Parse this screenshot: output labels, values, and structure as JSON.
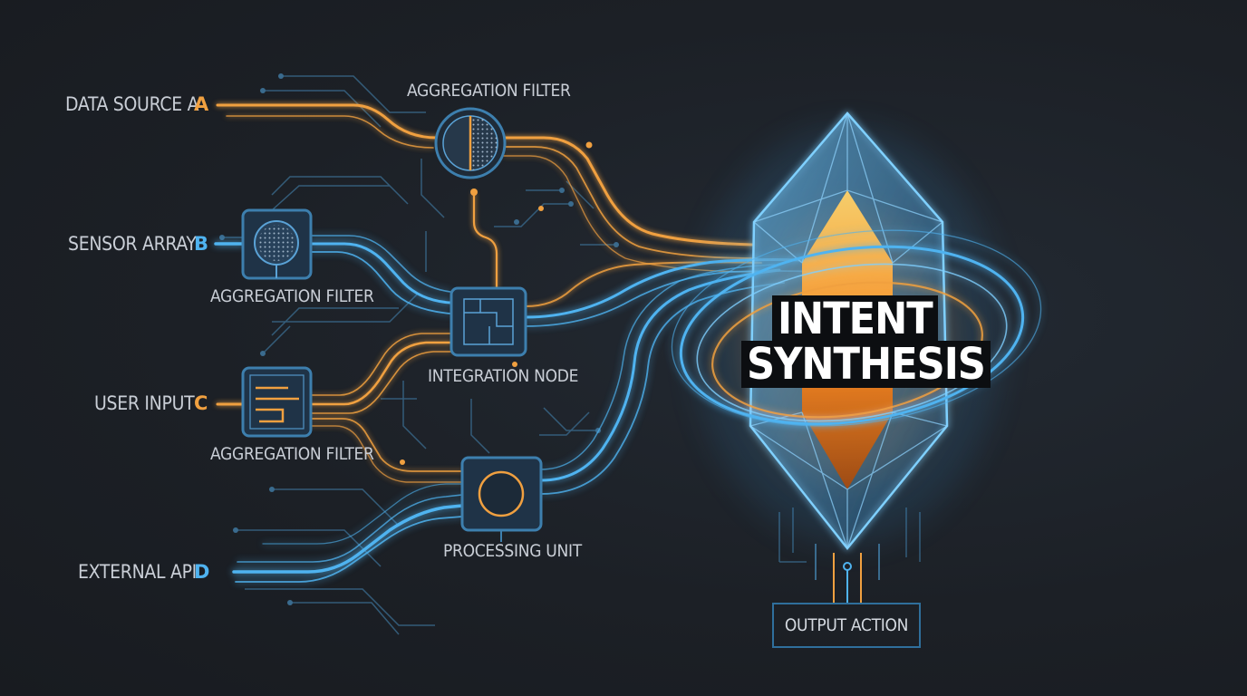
{
  "sources": [
    {
      "label": "DATA SOURCE A",
      "letter": "A"
    },
    {
      "label": "SENSOR ARRAY",
      "letter": "B"
    },
    {
      "label": "USER INPUT",
      "letter": "C"
    },
    {
      "label": "EXTERNAL API",
      "letter": "D"
    }
  ],
  "nodes": {
    "filter_top": "AGGREGATION FILTER",
    "filter_mid": "AGGREGATION FILTER",
    "filter_low": "AGGREGATION FILTER",
    "integration": "INTEGRATION NODE",
    "processing": "PROCESSING UNIT"
  },
  "core": {
    "line1": "INTENT",
    "line2": "SYNTHESIS"
  },
  "output": "OUTPUT ACTION",
  "colors": {
    "orange": "#f0a040",
    "blue": "#4fb3f0",
    "label": "#c9ced6",
    "background": "#1d2127"
  }
}
